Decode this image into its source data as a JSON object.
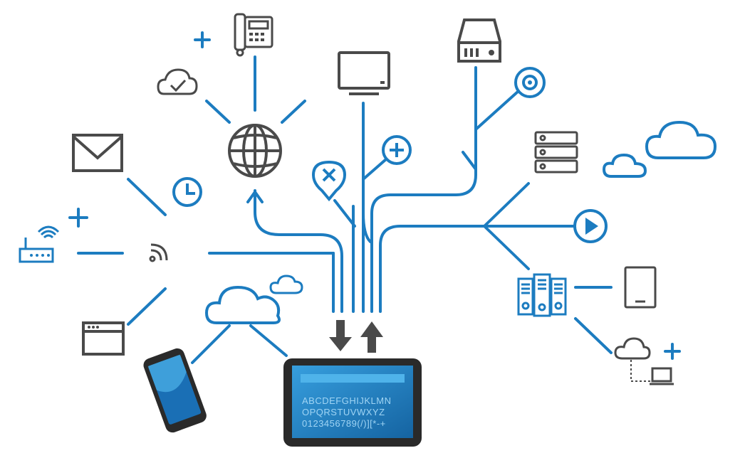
{
  "colors": {
    "blue": "#1c7cc0",
    "gray": "#4a4a4a",
    "screen_light": "#4fb3ea",
    "screen_dark": "#1a6fb5",
    "device_body": "#2a2a2a"
  },
  "tablet": {
    "line1": "ABCDEFGHIJKLMN",
    "line2": "OPQRSTUVWXYZ",
    "line3": "0123456789(/)][*-+"
  },
  "icons": [
    "desk-phone-icon",
    "monitor-icon",
    "hard-drive-icon",
    "cloud-check-icon",
    "globe-icon",
    "mail-icon",
    "clock-icon",
    "router-icon",
    "wifi-icon",
    "browser-window-icon",
    "cloud-icon",
    "smartphone-icon",
    "tablet-icon",
    "download-arrow-icon",
    "upload-arrow-icon",
    "location-pin-x-icon",
    "plus-circle-icon",
    "target-icon",
    "server-rack-icon",
    "play-icon",
    "server-tower-icon",
    "tablet-outline-icon",
    "cloud-network-icon",
    "plus-icon"
  ]
}
